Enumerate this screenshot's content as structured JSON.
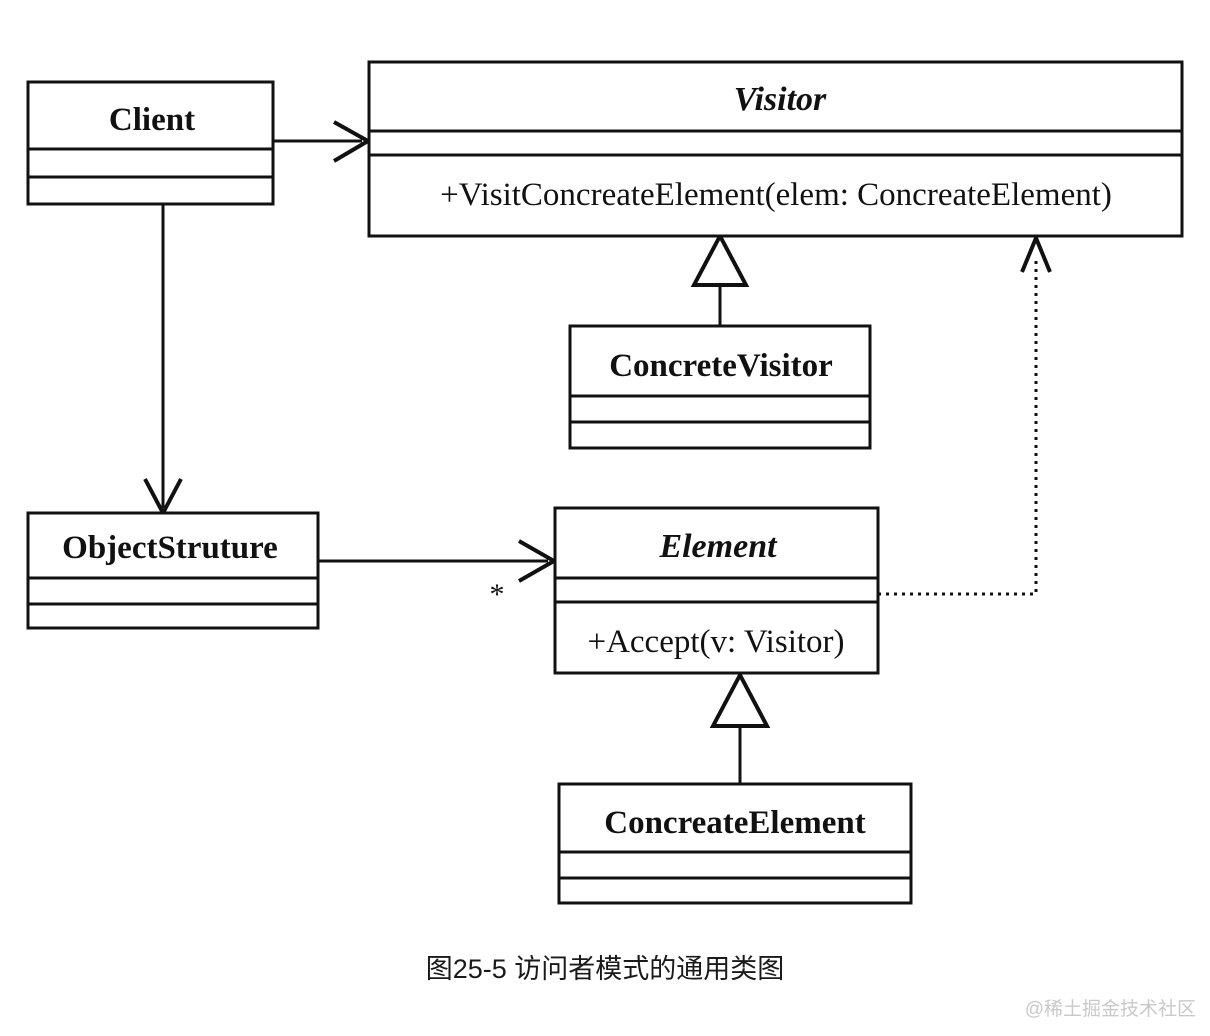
{
  "diagram": {
    "type": "uml-class-diagram",
    "caption": "图25-5 访问者模式的通用类图",
    "watermark": "@稀土掘金技术社区",
    "colors": {
      "background": "#ffffff",
      "stroke": "#111111",
      "watermark": "#c9c9c9"
    },
    "classes": [
      {
        "id": "client",
        "name": "Client",
        "stereotype": "concrete",
        "title_style": "bold",
        "attributes": [],
        "operations": []
      },
      {
        "id": "visitor",
        "name": "Visitor",
        "stereotype": "abstract",
        "title_style": "bold-italic",
        "attributes": [],
        "operations": [
          "+VisitConcreateElement(elem: ConcreateElement)"
        ]
      },
      {
        "id": "concrete-visitor",
        "name": "ConcreteVisitor",
        "stereotype": "concrete",
        "title_style": "bold",
        "attributes": [],
        "operations": []
      },
      {
        "id": "object-struture",
        "name": "ObjectStruture",
        "stereotype": "concrete",
        "title_style": "bold",
        "attributes": [],
        "operations": []
      },
      {
        "id": "element",
        "name": "Element",
        "stereotype": "abstract",
        "title_style": "bold-italic",
        "attributes": [],
        "operations": [
          "+Accept(v: Visitor)"
        ]
      },
      {
        "id": "concreate-element",
        "name": "ConcreateElement",
        "stereotype": "concrete",
        "title_style": "bold",
        "attributes": [],
        "operations": []
      }
    ],
    "relationships": [
      {
        "id": "client-visitor",
        "from": "client",
        "to": "visitor",
        "kind": "association",
        "line": "solid",
        "arrow": "open",
        "label": ""
      },
      {
        "id": "client-objectstruture",
        "from": "client",
        "to": "object-struture",
        "kind": "association",
        "line": "solid",
        "arrow": "open",
        "label": ""
      },
      {
        "id": "concretevisitor-visitor",
        "from": "concrete-visitor",
        "to": "visitor",
        "kind": "generalization",
        "line": "solid",
        "arrow": "hollow-triangle",
        "label": ""
      },
      {
        "id": "objectstruture-element",
        "from": "object-struture",
        "to": "element",
        "kind": "association",
        "line": "solid",
        "arrow": "open",
        "label": "*"
      },
      {
        "id": "concreateelement-element",
        "from": "concreate-element",
        "to": "element",
        "kind": "generalization",
        "line": "solid",
        "arrow": "hollow-triangle",
        "label": ""
      },
      {
        "id": "element-visitor",
        "from": "element",
        "to": "visitor",
        "kind": "dependency",
        "line": "dashed",
        "arrow": "open",
        "label": ""
      }
    ]
  }
}
